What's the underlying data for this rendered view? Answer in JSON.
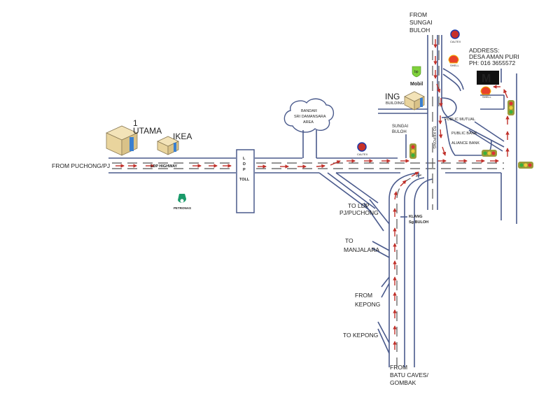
{
  "map": {
    "title": "Direction map to Desa Aman Puri",
    "address": {
      "line1": "ADDRESS:",
      "line2": "DESA  AMAN  PURI",
      "line3": "PH:  016  3655572"
    },
    "road_labels": {
      "from_puchong": "FROM  PUCHONG/PJ",
      "ldp_highway": "LDP HIGHWAY",
      "ldp_toll_l": "L",
      "ldp_toll_d": "D",
      "ldp_toll_p": "P",
      "toll": "TOLL",
      "from_sungai_buloh_1": "FROM",
      "from_sungai_buloh_2": "SUNGAI",
      "from_sungai_buloh_3": "BULOH",
      "sungai_buloh_1": "SUNGAI",
      "sungai_buloh_2": "BULOH",
      "to_kepong_vertical": "TO KEPONG",
      "to_ldp_1": "TO  LDP",
      "to_ldp_2": "PJ/PUCHONG",
      "klang_1": "KLANG",
      "klang_2": "Sg BULOH",
      "to_manjalara_1": "TO",
      "to_manjalara_2": "MANJALARA",
      "from_kepong_1": "FROM",
      "from_kepong_2": "KEPONG",
      "to_kepong": "TO  KEPONG",
      "from_batu_1": "FROM",
      "from_batu_2": "BATU  CAVES/",
      "from_batu_3": "GOMBAK"
    },
    "landmarks": {
      "one_utama_1": "1",
      "one_utama_2": "UTAMA",
      "ikea": "IKEA",
      "ing": "ING",
      "ing_building": "BUILDING",
      "bandar_1": "BANDAR",
      "bandar_2": "SRI  DAMANSARA",
      "bandar_3": "AREA",
      "public_mutual": "PUBLIC  MUTUAL",
      "public_bank": "PUBLIC  BANK",
      "aliance_bank": "ALIANCE  BANK"
    },
    "brands": {
      "caltex": "CALTEX",
      "shell": "SHELL",
      "mobil": "Mobil",
      "bp": "bp",
      "petronas": "PETRONAS",
      "mcdonalds": "M"
    },
    "colors": {
      "road": "#4a5a8c",
      "arrow": "#c0302a",
      "shell": "#e8412a",
      "caltex": "#c7312a",
      "mobil": "#1c3aa9",
      "bp": "#7fd13b",
      "petronas": "#1a9a6a",
      "mcd": "#f2b600"
    }
  }
}
